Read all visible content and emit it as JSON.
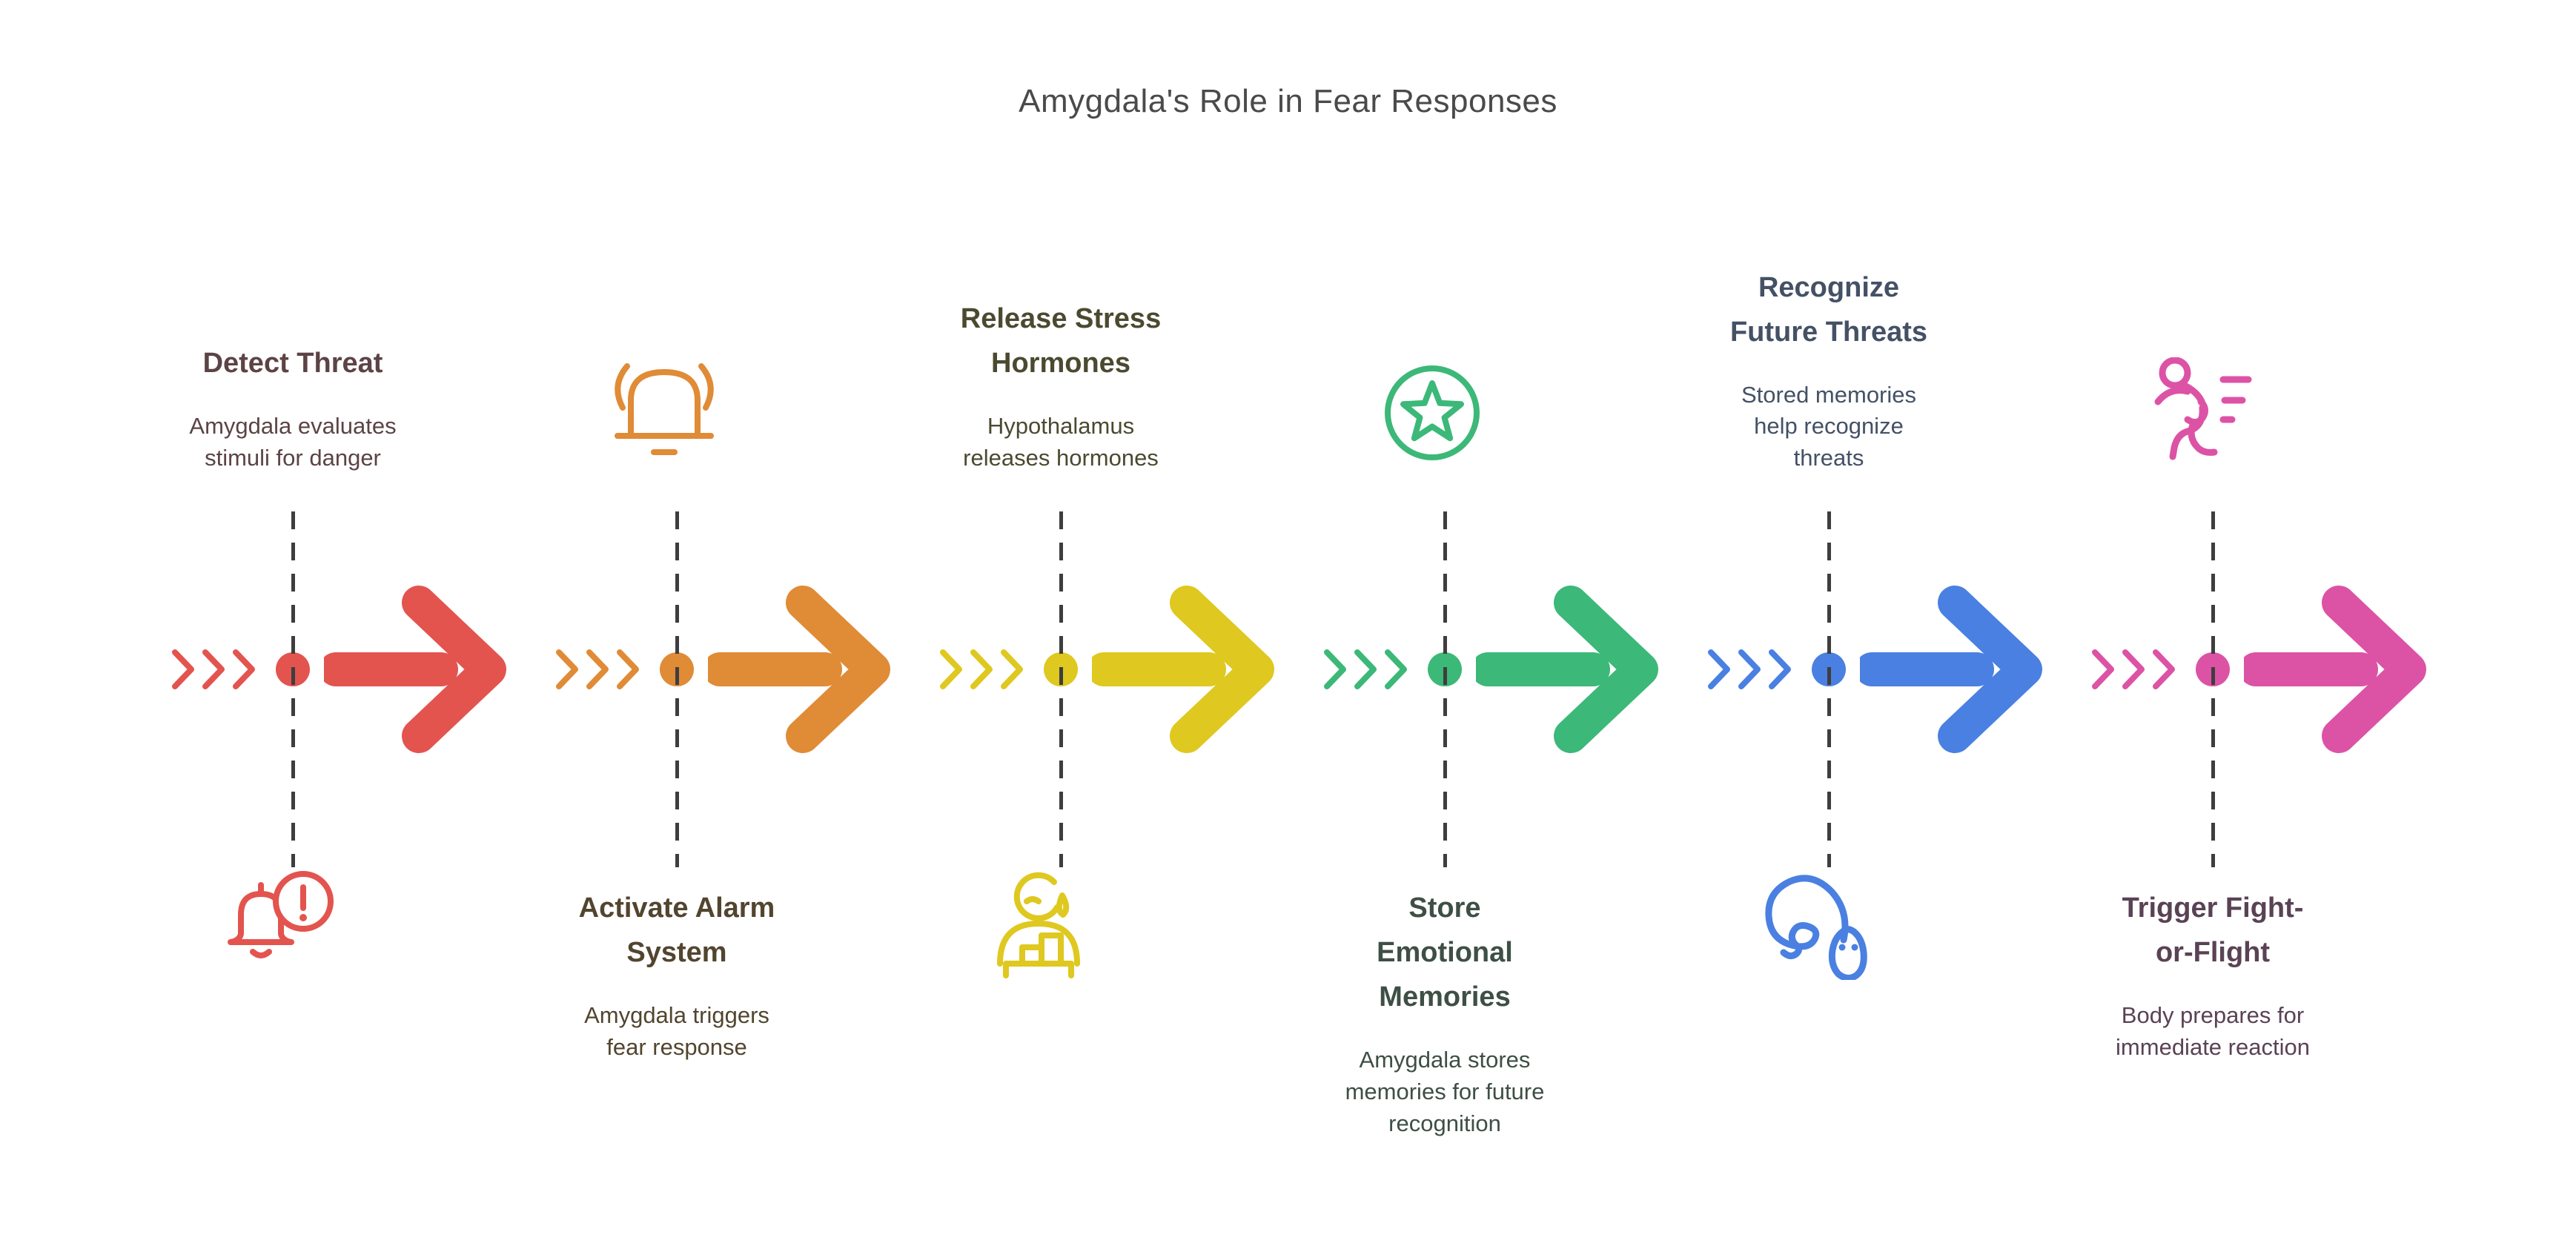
{
  "title": "Amygdala's Role in Fear Responses",
  "colors": {
    "background": "#FFFFFF",
    "title_text": "#4A4A4A",
    "connector": "#3E3E3E"
  },
  "steps": [
    {
      "title": "Detect Threat",
      "description": "Amygdala evaluates\nstimuli for danger",
      "color": "#E3544F",
      "text_color": "#5C4345",
      "icon": "bell-exclamation-icon",
      "text_position": "top",
      "icon_position": "bottom"
    },
    {
      "title": "Activate Alarm\nSystem",
      "description": "Amygdala triggers\nfear response",
      "color": "#E08B36",
      "text_color": "#52452F",
      "icon": "alarm-siren-icon",
      "text_position": "bottom",
      "icon_position": "top"
    },
    {
      "title": "Release Stress\nHormones",
      "description": "Hypothalamus\nreleases hormones",
      "color": "#DFC81F",
      "text_color": "#4B4A30",
      "icon": "stressed-person-icon",
      "text_position": "top",
      "icon_position": "bottom"
    },
    {
      "title": "Store\nEmotional\nMemories",
      "description": "Amygdala stores\nmemories for future\nrecognition",
      "color": "#3CB878",
      "text_color": "#3E4F45",
      "icon": "star-circle-icon",
      "text_position": "bottom",
      "icon_position": "top"
    },
    {
      "title": "Recognize\nFuture Threats",
      "description": "Stored memories\nhelp recognize\nthreats",
      "color": "#4A80E1",
      "text_color": "#445165",
      "icon": "snake-icon",
      "text_position": "top",
      "icon_position": "bottom"
    },
    {
      "title": "Trigger Fight-\nor-Flight",
      "description": "Body prepares for\nimmediate reaction",
      "color": "#DC53A5",
      "text_color": "#5A4255",
      "icon": "running-person-icon",
      "text_position": "bottom",
      "icon_position": "top"
    }
  ]
}
